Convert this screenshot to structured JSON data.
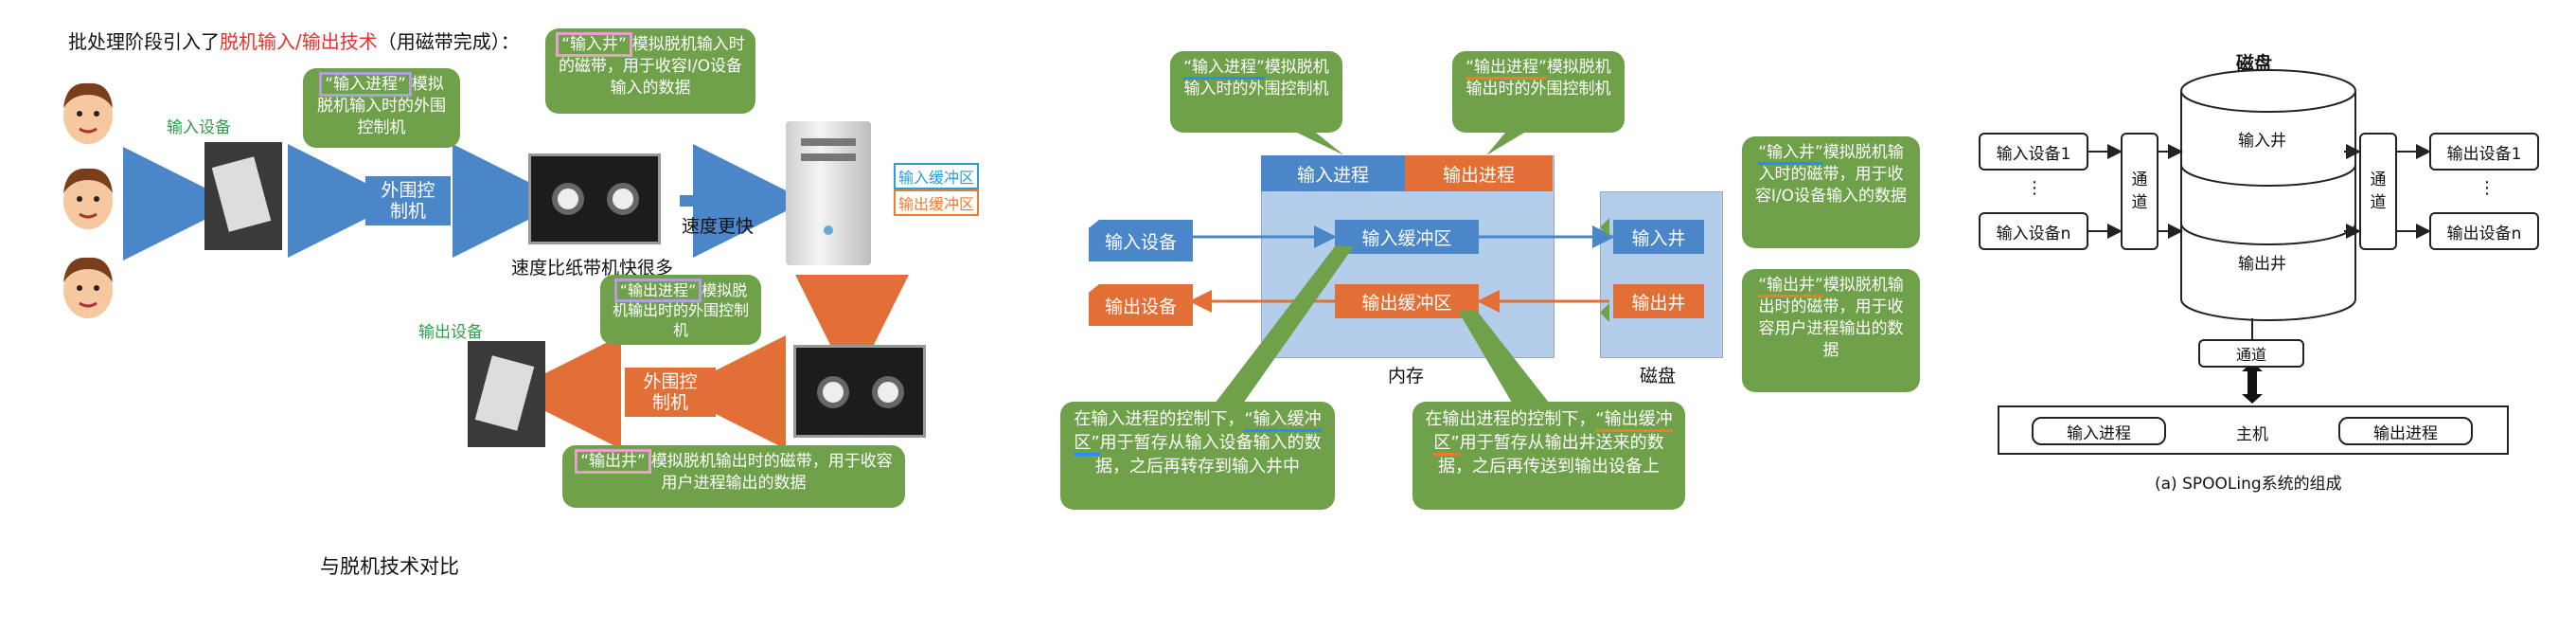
{
  "left": {
    "intro_prefix": "批处理阶段引入了",
    "intro_red": "脱机输入/输出技术",
    "intro_suffix": "（用磁带完成）：",
    "input_device_label": "输入设备",
    "output_device_label": "输出设备",
    "input_ctrl_box": "外围控\n制机",
    "output_ctrl_box": "外围控\n制机",
    "callout_input_process_tag": "“输入进程”",
    "callout_input_process_rest": "模拟脱机输入时的外围控制机",
    "callout_input_well_tag": "“输入井”",
    "callout_input_well_rest": "模拟脱机输入时的磁带，用于收容I/O设备输入的数据",
    "callout_output_process_tag": "“输出进程”",
    "callout_output_process_rest": "模拟脱机输出时的外围控制机",
    "callout_output_well_tag": "“输出井”",
    "callout_output_well_rest": "模拟脱机输出时的磁带，用于收容用户进程输出的数据",
    "speed_faster": "速度更快",
    "speed_much_faster": "速度比纸带机快很多",
    "input_buffer_tag": "输入缓冲区",
    "output_buffer_tag": "输出缓冲区",
    "compare_caption": "与脱机技术对比"
  },
  "middle": {
    "callout_input_process_tag": "“输入进程”",
    "callout_input_process_rest": "模拟脱机输入时的外围控制机",
    "callout_output_process_tag": "“输出进程”",
    "callout_output_process_rest": "模拟脱机输出时的外围控制机",
    "input_process": "输入进程",
    "output_process": "输出进程",
    "input_buffer": "输入缓冲区",
    "output_buffer": "输出缓冲区",
    "input_device": "输入设备",
    "output_device": "输出设备",
    "input_well": "输入井",
    "output_well": "输出井",
    "memory_label": "内存",
    "disk_label": "磁盘",
    "callout_input_well_tag": "“输入井”",
    "callout_input_well_rest": "模拟脱机输入时的磁带，用于收容I/O设备输入的数据",
    "callout_output_well_tag": "“输出井”",
    "callout_output_well_rest": "模拟脱机输出时的磁带，用于收容用户进程输出的数据",
    "bottom_left_pre": "在输入进程的控制下，",
    "bottom_left_tag": "“输入缓冲区”",
    "bottom_left_rest": "用于暂存从输入设备输入的数据，之后再转存到输入井中",
    "bottom_right_pre": "在输出进程的控制下，",
    "bottom_right_tag": "“输出缓冲区”",
    "bottom_right_rest": "用于暂存从输出井送来的数据，之后再传送到输出设备上"
  },
  "right": {
    "disk_title": "磁盘",
    "input_well": "输入井",
    "output_well": "输出井",
    "input_device_1": "输入设备1",
    "input_device_n": "输入设备n",
    "output_device_1": "输出设备1",
    "output_device_n": "输出设备n",
    "ellipsis": "⋮",
    "channel": "通\n道",
    "channel_bottom": "通道",
    "input_process": "输入进程",
    "host": "主机",
    "output_process": "输出进程",
    "caption": "(a) SPOOLing系统的组成"
  },
  "colors": {
    "blue": "#4a86c8",
    "orange": "#e26f35",
    "green": "#6fa04a",
    "red_text": "#e8302c",
    "light_blue_bg": "#b4cdea"
  }
}
